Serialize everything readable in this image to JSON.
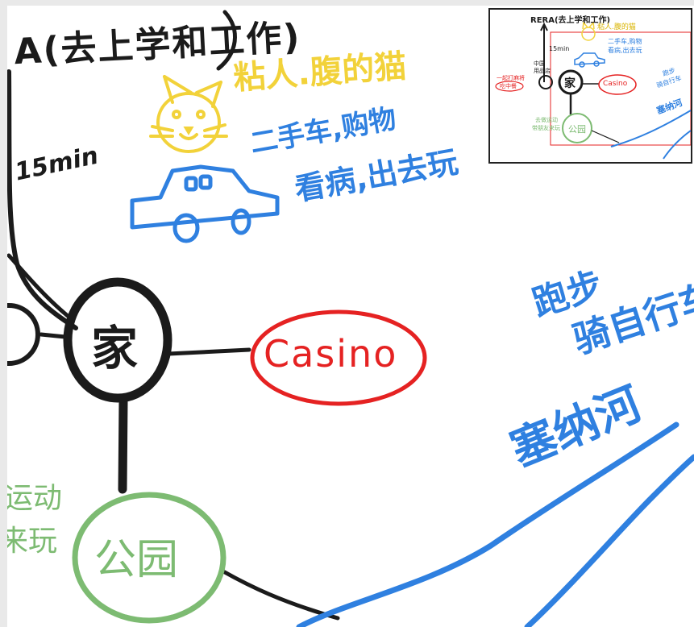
{
  "canvas": {
    "title_fragment": "A(去上学和工作)",
    "minutes_label": "15min",
    "cat_label": "粘人.腹的猫",
    "car_label_line1": "二手车,购物",
    "car_label_line2": "看病,出去玩",
    "home_label": "家",
    "casino_label": "Casino",
    "park_label": "公园",
    "exercise_line1": "运动",
    "exercise_line2": "来玩",
    "river_label": "塞纳河",
    "river_activity_line1": "跑步",
    "river_activity_line2": "骑自行车"
  },
  "minimap": {
    "title": "RERA(去上学和工作)",
    "minutes_label": "15min",
    "cat_label": "粘人.腹的猫",
    "car_label_line1": "二手车,购物",
    "car_label_line2": "看病,出去玩",
    "home_label": "家",
    "casino_label": "Casino",
    "park_label": "公园",
    "china_label_line1": "中国",
    "china_label_line2": "用品店",
    "red_note_line1": "一起打麻将",
    "red_note_line2": "吃中餐",
    "green_note_line1": "去做运动",
    "green_note_line2": "带朋友来玩",
    "river_label": "塞纳河",
    "river_activity_line1": "跑步",
    "river_activity_line2": "骑自行车"
  },
  "colors": {
    "ink_black": "#1b1b1b",
    "cat_yellow": "#f2d23a",
    "car_blue": "#2f80e0",
    "casino_red": "#e52222",
    "park_green": "#7dbb72"
  }
}
